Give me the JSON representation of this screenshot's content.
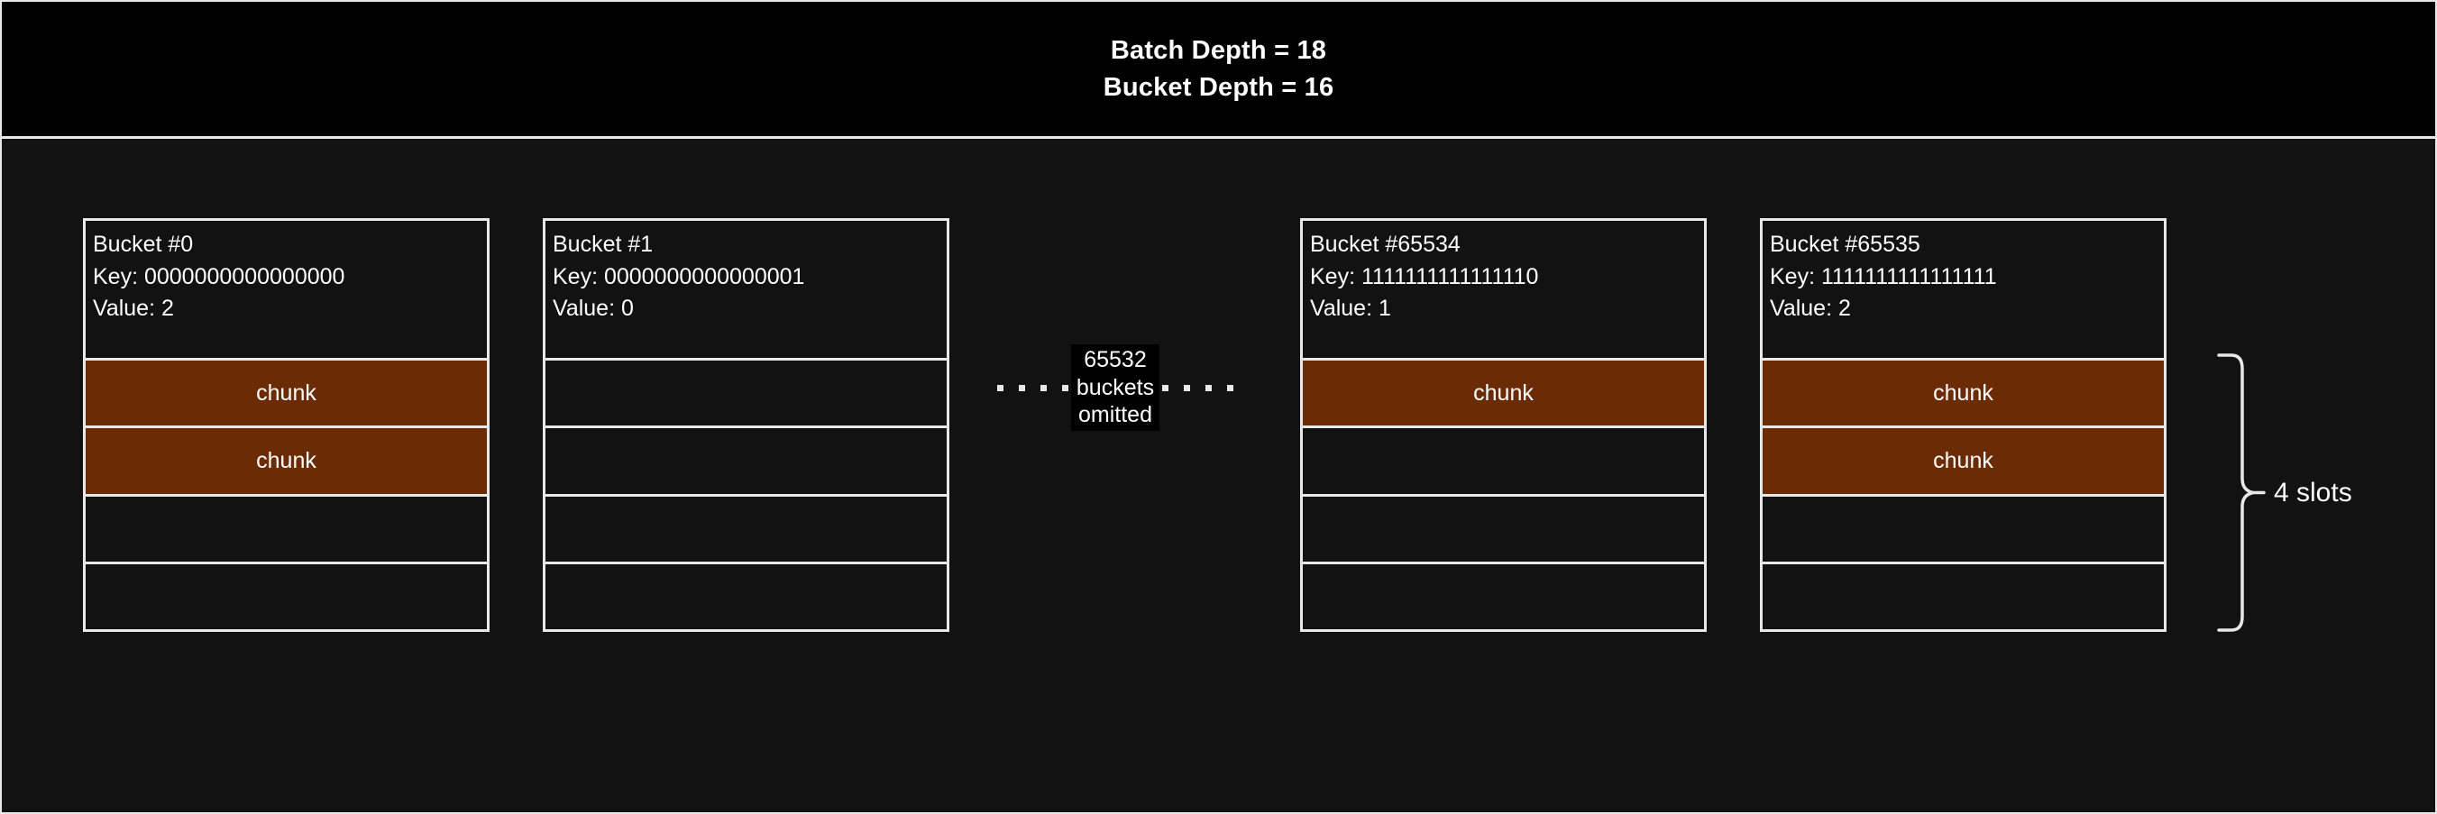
{
  "header": {
    "batch_depth_line": "Batch Depth = 18",
    "bucket_depth_line": "Bucket Depth = 16"
  },
  "colors": {
    "background": "#121212",
    "header_background": "#000000",
    "border": "#e8e8e8",
    "chunk_fill": "#6b2c05",
    "text": "#ffffff"
  },
  "diagram": {
    "type": "storage-bucket-layout",
    "slots_per_bucket": 4,
    "slot_annotation": "4 slots",
    "chunk_label": "chunk",
    "omitted": {
      "count": "65532",
      "noun": "buckets",
      "state": "omitted"
    },
    "buckets": [
      {
        "title": "Bucket #0",
        "key": "Key: 0000000000000000",
        "value": "Value: 2",
        "filled": 2,
        "slots": [
          {
            "filled": true,
            "label": "chunk"
          },
          {
            "filled": true,
            "label": "chunk"
          },
          {
            "filled": false,
            "label": ""
          },
          {
            "filled": false,
            "label": ""
          }
        ]
      },
      {
        "title": "Bucket #1",
        "key": "Key: 0000000000000001",
        "value": "Value: 0",
        "filled": 0,
        "slots": [
          {
            "filled": false,
            "label": ""
          },
          {
            "filled": false,
            "label": ""
          },
          {
            "filled": false,
            "label": ""
          },
          {
            "filled": false,
            "label": ""
          }
        ]
      },
      {
        "title": "Bucket #65534",
        "key": "Key: 1111111111111110",
        "value": "Value: 1",
        "filled": 1,
        "slots": [
          {
            "filled": true,
            "label": "chunk"
          },
          {
            "filled": false,
            "label": ""
          },
          {
            "filled": false,
            "label": ""
          },
          {
            "filled": false,
            "label": ""
          }
        ]
      },
      {
        "title": "Bucket #65535",
        "key": "Key: 1111111111111111",
        "value": "Value: 2",
        "filled": 2,
        "slots": [
          {
            "filled": true,
            "label": "chunk"
          },
          {
            "filled": true,
            "label": "chunk"
          },
          {
            "filled": false,
            "label": ""
          },
          {
            "filled": false,
            "label": ""
          }
        ]
      }
    ]
  }
}
